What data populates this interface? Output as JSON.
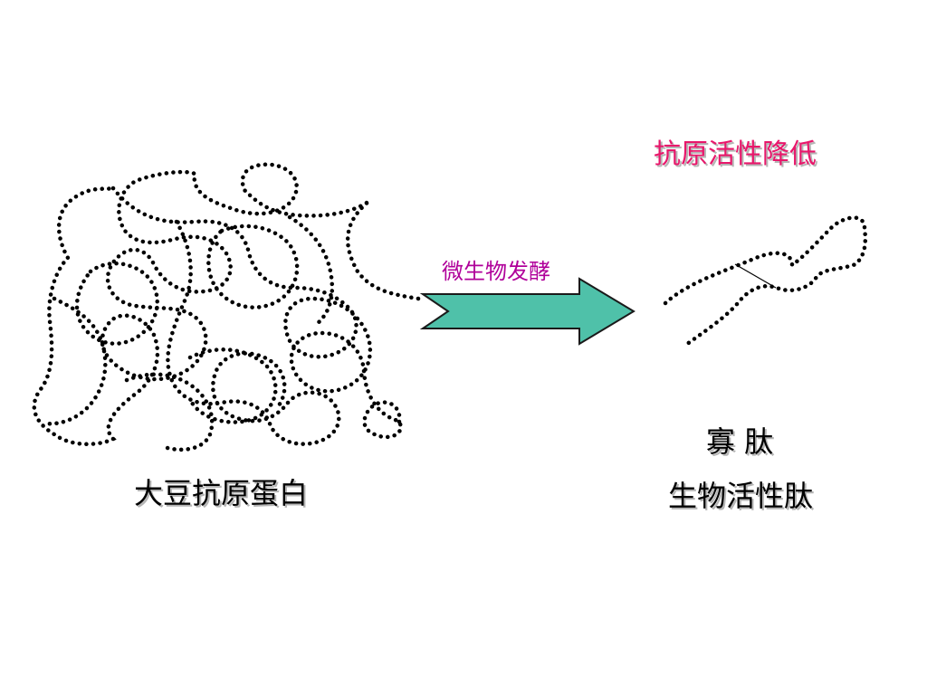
{
  "labels": {
    "result_title": "抗原活性降低",
    "process": "微生物发酵",
    "source": "大豆抗原蛋白",
    "product_line1": "寡 肽",
    "product_line2": "生物活性肽"
  },
  "colors": {
    "accent_title": "#e8176b",
    "process_label": "#b0009a",
    "arrow_fill": "#4fc1a9",
    "arrow_stroke": "#1a1a1a",
    "chain_dots": "#000000",
    "text": "#000000"
  },
  "icons": {
    "protein": "tangled-dotted-chain",
    "peptide": "short-dotted-chain",
    "process_arrow": "right-arrow"
  }
}
